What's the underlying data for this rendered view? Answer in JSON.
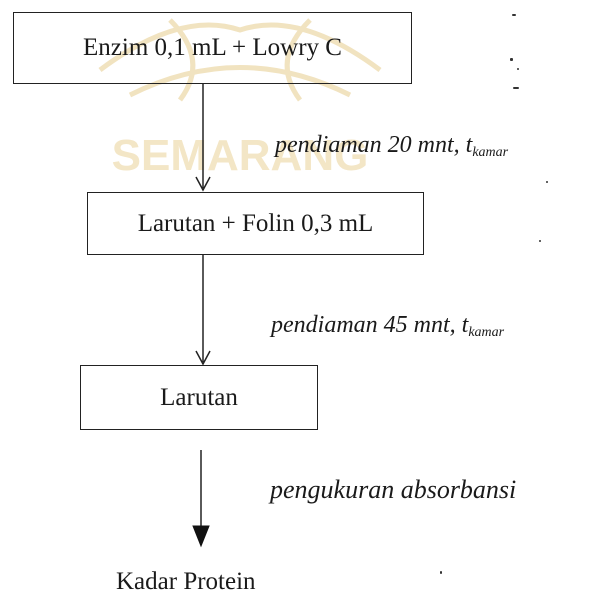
{
  "steps": [
    {
      "text": "Enzim 0,1  mL + Lowry C"
    },
    {
      "text": "Larutan + Folin 0,3 mL"
    },
    {
      "text": "Larutan"
    }
  ],
  "transitions": [
    {
      "main": "pendiaman 20 mnt, t",
      "sub": "kamar"
    },
    {
      "main": "pendiaman 45 mnt, t",
      "sub": "kamar"
    },
    {
      "main": "pengukuran absorbansi",
      "sub": ""
    }
  ],
  "result": {
    "text": "Kadar Protein"
  },
  "watermark": {
    "text": "SEMARANG"
  }
}
